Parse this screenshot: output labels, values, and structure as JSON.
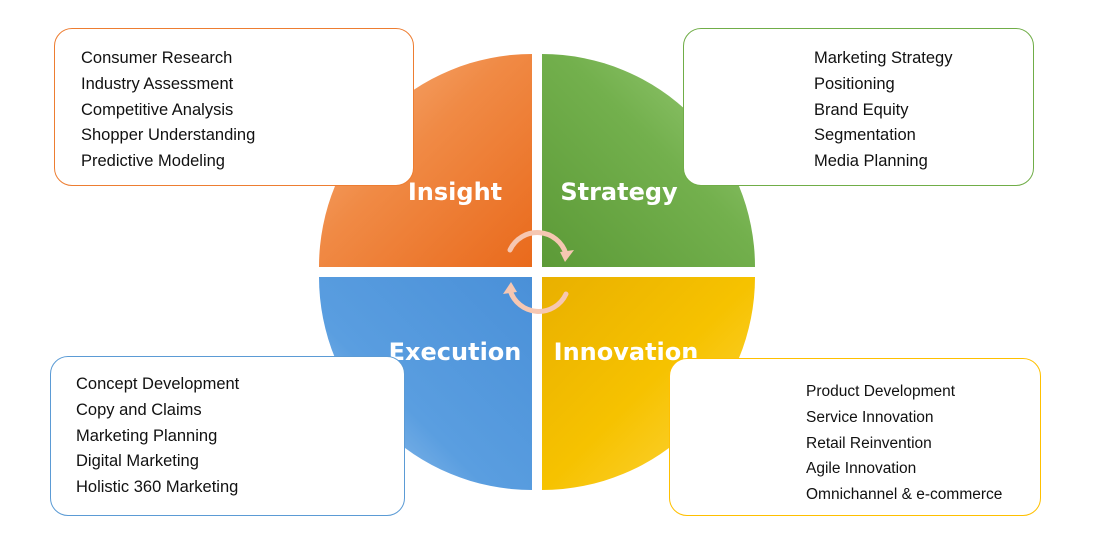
{
  "quadrants": {
    "insight": {
      "label": "Insight",
      "color": "#ED7D31",
      "items": [
        "Consumer Research",
        "Industry Assessment",
        "Competitive Analysis",
        "Shopper Understanding",
        "Predictive Modeling"
      ]
    },
    "strategy": {
      "label": "Strategy",
      "color": "#70AD47",
      "items": [
        "Marketing Strategy",
        "Positioning",
        "Brand Equity",
        "Segmentation",
        "Media Planning"
      ]
    },
    "execution": {
      "label": "Execution",
      "color": "#5B9BD5",
      "items": [
        "Concept Development",
        "Copy and Claims",
        "Marketing Planning",
        "Digital Marketing",
        "Holistic 360 Marketing"
      ]
    },
    "innovation": {
      "label": "Innovation",
      "color": "#FFC000",
      "items": [
        "Product Development",
        "Service Innovation",
        "Retail Reinvention",
        "Agile Innovation",
        "Omnichannel & e-commerce"
      ]
    }
  },
  "center_icon": "circular-arrows-icon"
}
